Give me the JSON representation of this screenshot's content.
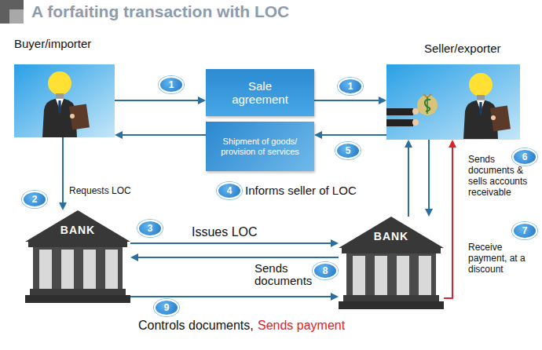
{
  "diagram": {
    "title": "A forfaiting transaction with LOC",
    "nodes": [
      {
        "text": [
          "Buyer/importer"
        ]
      },
      {
        "text": [
          "Sale agreement"
        ]
      },
      {
        "text": [
          "Shipment of goods/ provision of services"
        ]
      },
      {
        "text": [
          "Seller/exporter"
        ]
      },
      {
        "text": [
          "BANK"
        ]
      },
      {
        "text": [
          "BANK"
        ]
      }
    ],
    "edges": [
      {
        "from": 0,
        "to": 1,
        "arrow": "to"
      },
      {
        "from": 1,
        "to": 3,
        "arrow": "to"
      },
      {
        "from": 3,
        "to": 2,
        "arrow": "to"
      },
      {
        "from": 2,
        "to": 0,
        "arrow": "to"
      },
      {
        "from": 0,
        "to": 4,
        "label": "Requests LOC",
        "arrow": "to"
      },
      {
        "from": 4,
        "to": 5,
        "label": "Issues LOC",
        "arrow": "to"
      },
      {
        "from": 5,
        "to": 3,
        "arrow": "to"
      },
      {
        "from": 3,
        "to": 5,
        "arrow": "to"
      },
      {
        "from": 5,
        "to": 3,
        "arrow": "to"
      },
      {
        "from": 5,
        "to": 4,
        "label": "Sends documents",
        "arrow": "to"
      },
      {
        "from": 4,
        "to": 5,
        "arrow": "to"
      }
    ],
    "labels": [
      "1",
      "1",
      "2",
      "3",
      "4",
      "Informs seller of LOC",
      "5",
      "6",
      "Sends documents & sells accounts receivable",
      "7",
      "Receive payment, at a discount",
      "8",
      "9",
      "Controls documents,",
      "Sends payment"
    ]
  }
}
